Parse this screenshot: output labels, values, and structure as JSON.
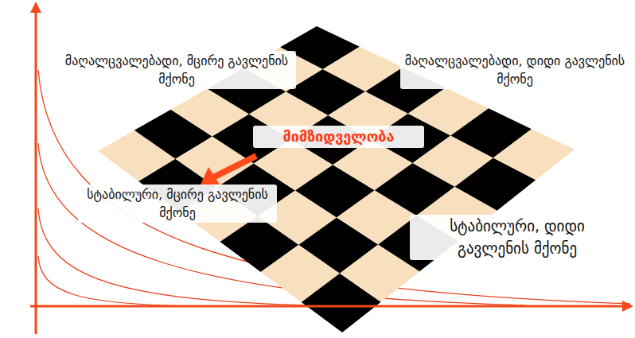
{
  "diagram": {
    "labels": [
      "მაღალცვალებადი, მცირე გავლენის მქონე",
      "მაღალცვალებადი, დიდი გავლენის მქონე",
      "მიმზიდველობა",
      "სტაბილური, მცირე გავლენის მქონე",
      "სტაბილური, დიდი გავლენის მქონე"
    ]
  }
}
